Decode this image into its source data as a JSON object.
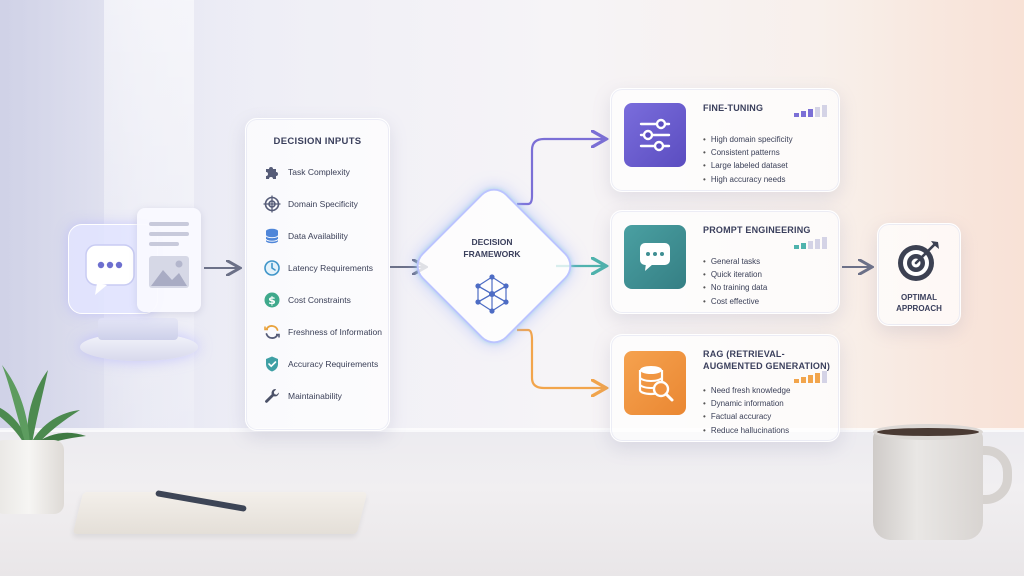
{
  "decision_inputs": {
    "title": "DECISION INPUTS",
    "items": [
      {
        "label": "Task Complexity",
        "icon": "puzzle-icon"
      },
      {
        "label": "Domain Specificity",
        "icon": "target-icon"
      },
      {
        "label": "Data Availability",
        "icon": "database-icon"
      },
      {
        "label": "Latency Requirements",
        "icon": "clock-icon"
      },
      {
        "label": "Cost Constraints",
        "icon": "dollar-icon"
      },
      {
        "label": "Freshness of Information",
        "icon": "refresh-icon"
      },
      {
        "label": "Accuracy Requirements",
        "icon": "shield-check-icon"
      },
      {
        "label": "Maintainability",
        "icon": "wrench-icon"
      }
    ]
  },
  "framework": {
    "title_line1": "DECISION",
    "title_line2": "FRAMEWORK"
  },
  "approaches": [
    {
      "title": "FINE-TUNING",
      "color": "#6b5ccf",
      "bullets": [
        "High domain specificity",
        "Consistent patterns",
        "Large labeled dataset",
        "High accuracy needs"
      ]
    },
    {
      "title": "PROMPT ENGINEERING",
      "color": "#3f8f93",
      "bullets": [
        "General tasks",
        "Quick iteration",
        "No training data",
        "Cost effective"
      ]
    },
    {
      "title": "RAG (RETRIEVAL-AUGMENTED GENERATION)",
      "color": "#f0923f",
      "bullets": [
        "Need fresh knowledge",
        "Dynamic information",
        "Factual accuracy",
        "Reduce hallucinations"
      ]
    }
  ],
  "result": {
    "line1": "OPTIMAL",
    "line2": "APPROACH"
  },
  "colors": {
    "purple": "#6b5ccf",
    "teal": "#3f8f93",
    "orange": "#f0923f",
    "text": "#3a3f5c",
    "arrow": "#6c7188"
  }
}
